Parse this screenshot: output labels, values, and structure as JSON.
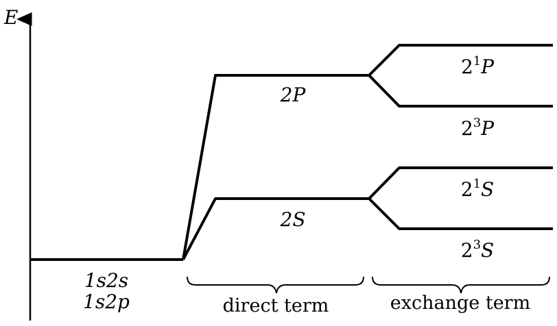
{
  "axis": {
    "label": "E"
  },
  "levels": {
    "ground": {
      "line1": "1s2s",
      "line2": "1s2p"
    },
    "direct_upper": "2P",
    "direct_lower": "2S",
    "singlet_P": {
      "base": "2",
      "sup": "1",
      "term": "P"
    },
    "triplet_P": {
      "base": "2",
      "sup": "3",
      "term": "P"
    },
    "singlet_S": {
      "base": "2",
      "sup": "1",
      "term": "S"
    },
    "triplet_S": {
      "base": "2",
      "sup": "3",
      "term": "S"
    }
  },
  "braces": {
    "direct": "direct term",
    "exchange": "exchange term"
  }
}
